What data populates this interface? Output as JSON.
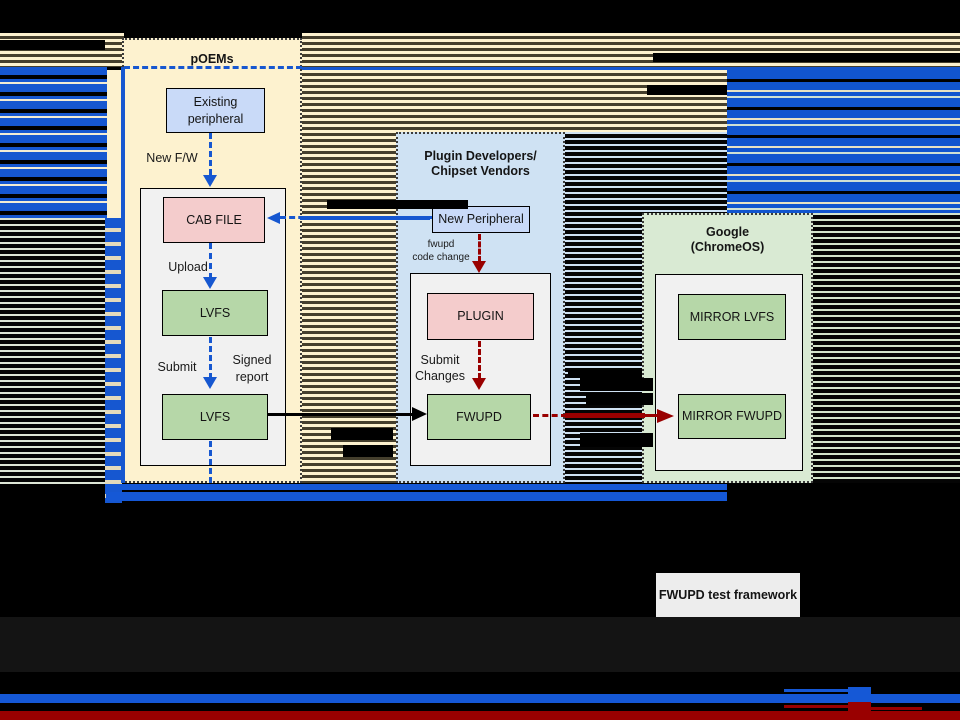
{
  "titles": {
    "poems": "pOEMs",
    "plugin_line1": "Plugin Developers/",
    "plugin_line2": "Chipset Vendors",
    "google_line1": "Google",
    "google_line2": "(ChromeOS)"
  },
  "boxes": {
    "existing_line1": "Existing",
    "existing_line2": "peripheral",
    "cab_file": "CAB FILE",
    "lvfs_upper": "LVFS",
    "lvfs_lower": "LVFS",
    "new_peripheral": "New Peripheral",
    "plugin": "PLUGIN",
    "fwupd": "FWUPD",
    "mirror_lvfs": "MIRROR LVFS",
    "mirror_fwupd": "MIRROR FWUPD",
    "test_framework": "FWUPD test framework"
  },
  "labels": {
    "new_fw": "New F/W",
    "upload": "Upload",
    "submit": "Submit",
    "signed_line1": "Signed",
    "signed_line2": "report",
    "fwupd_code_line1": "fwupd",
    "fwupd_code_line2": "code change",
    "submit_changes_line1": "Submit",
    "submit_changes_line2": "Changes"
  },
  "colors": {
    "accent_blue": "#1657d0",
    "dark_red": "#990000",
    "box_pink": "#f4cccc",
    "box_blue": "#c9daf8",
    "box_green": "#b6d7a8",
    "container_cream": "#fdf2cf",
    "container_blue": "#cfe2f3",
    "container_green": "#d9ead3",
    "subbox_gray": "#f1f1f1"
  }
}
